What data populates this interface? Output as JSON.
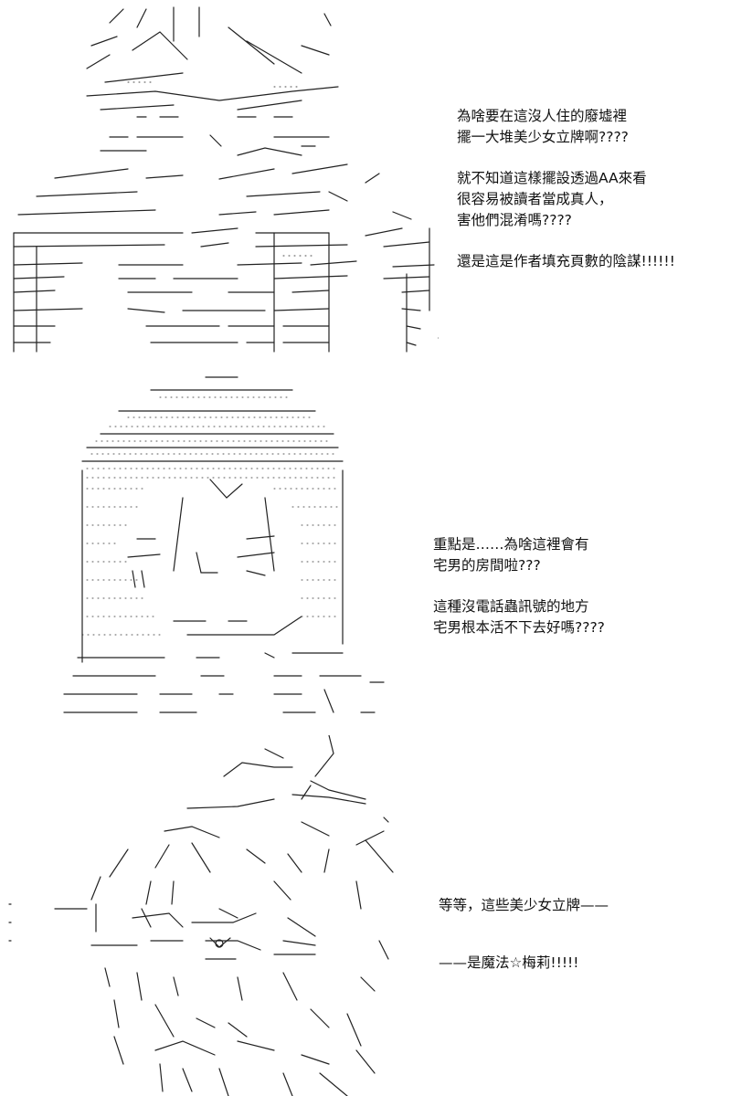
{
  "panels": [
    {
      "lines": [
        "為啥要在這沒人住的廢墟裡",
        "擺一大堆美少女立牌啊????",
        "",
        "就不知道這樣擺設透過AA來看",
        "很容易被讀者當成真人，",
        "害他們混淆嗎????",
        "",
        "還是這是作者填充頁數的陰謀!!!!!!"
      ]
    },
    {
      "lines": [
        "重點是……為啥這裡會有",
        "宅男的房間啦???",
        "",
        "這種沒電話蟲訊號的地方",
        "宅男根本活不下去好嗎????"
      ]
    },
    {
      "lines": [
        "等等，這些美少女立牌——",
        "",
        "——是魔法☆梅莉!!!!!"
      ]
    }
  ]
}
